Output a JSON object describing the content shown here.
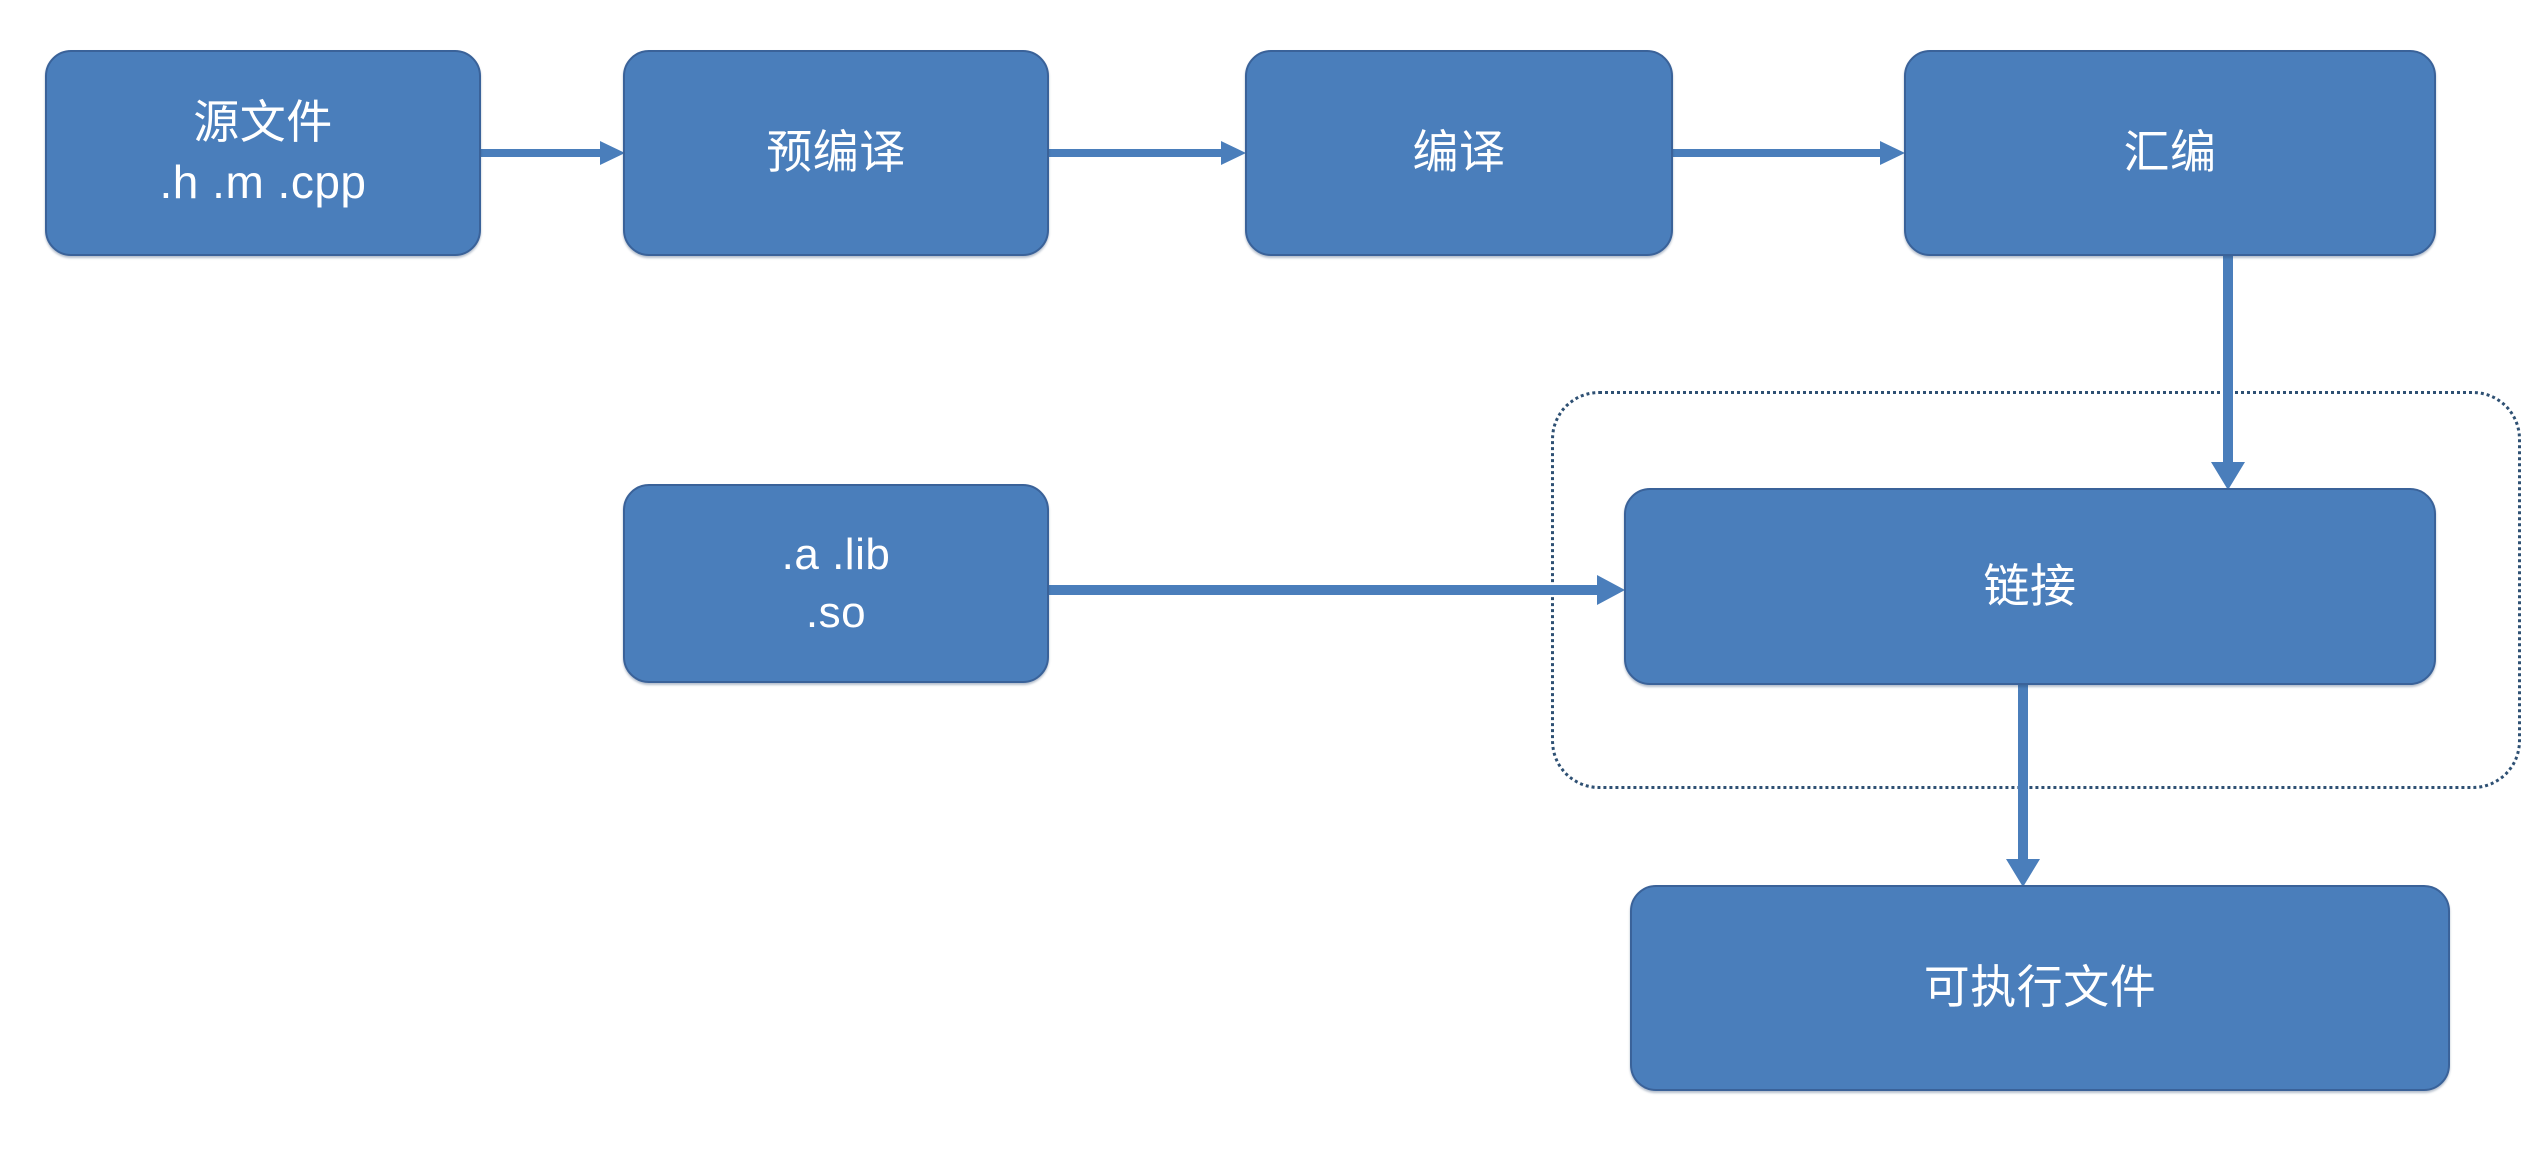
{
  "diagram": {
    "title": "Compilation pipeline flowchart",
    "colors": {
      "node_fill": "#4a7ebb",
      "node_border": "#3a6299",
      "node_text": "#ffffff",
      "arrow": "#4a7ebb",
      "group_border": "#2e5073",
      "background": "#ffffff"
    },
    "nodes": {
      "source": {
        "line1": "源文件",
        "line2": ".h .m .cpp"
      },
      "precompile": {
        "line1": "预编译"
      },
      "compile": {
        "line1": "编译"
      },
      "assemble": {
        "line1": "汇编"
      },
      "library": {
        "line1": ".a .lib",
        "line2": ".so"
      },
      "link": {
        "line1": "链接"
      },
      "executable": {
        "line1": "可执行文件"
      }
    },
    "group": {
      "label": ""
    },
    "connectors": [
      {
        "id": "source-to-precompile",
        "from": "source",
        "to": "precompile",
        "direction": "right"
      },
      {
        "id": "precompile-to-compile",
        "from": "precompile",
        "to": "compile",
        "direction": "right"
      },
      {
        "id": "compile-to-assemble",
        "from": "compile",
        "to": "assemble",
        "direction": "right"
      },
      {
        "id": "assemble-to-link",
        "from": "assemble",
        "to": "link",
        "direction": "down"
      },
      {
        "id": "library-to-link",
        "from": "library",
        "to": "link",
        "direction": "right"
      },
      {
        "id": "link-to-executable",
        "from": "link",
        "to": "executable",
        "direction": "down"
      }
    ]
  }
}
